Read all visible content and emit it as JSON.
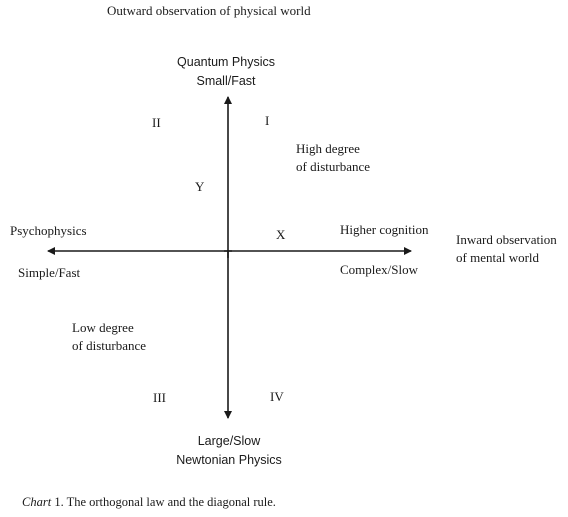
{
  "top_heading": "Outward observation of physical world",
  "vertical_axis": {
    "top_label_line1": "Quantum Physics",
    "top_label_line2": "Small/Fast",
    "bottom_label_line1": "Large/Slow",
    "bottom_label_line2": "Newtonian Physics",
    "axis_name": "Y"
  },
  "horizontal_axis": {
    "left_label": "Psychophysics",
    "left_sublabel": "Simple/Fast",
    "right_label": "Higher cognition",
    "right_sublabel": "Complex/Slow",
    "axis_name": "X"
  },
  "right_heading_line1": "Inward observation",
  "right_heading_line2": "of mental world",
  "quadrants": {
    "q1": "I",
    "q2": "II",
    "q3": "III",
    "q4": "IV"
  },
  "annotations": {
    "high_line1": "High degree",
    "high_line2": "of disturbance",
    "low_line1": "Low degree",
    "low_line2": "of disturbance"
  },
  "caption": {
    "label": "Chart",
    "text": " 1. The orthogonal law and the diagonal rule."
  },
  "colors": {
    "ink": "#1a1a1a",
    "background": "#ffffff"
  }
}
